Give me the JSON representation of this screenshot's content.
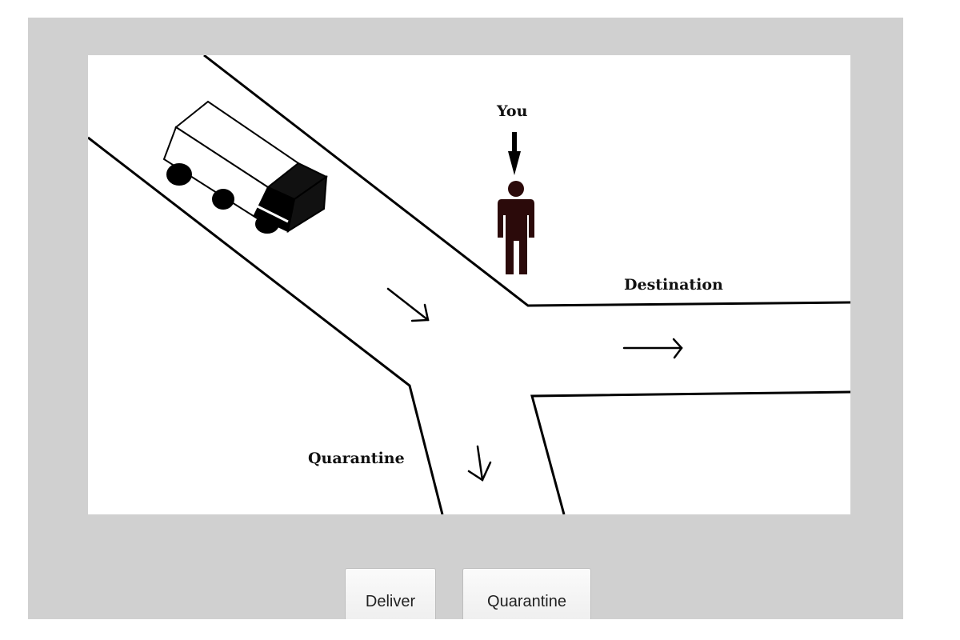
{
  "scene": {
    "labels": {
      "you": "You",
      "destination": "Destination",
      "quarantine": "Quarantine"
    },
    "icons": [
      "truck-icon",
      "person-icon",
      "down-arrow-icon",
      "direction-arrow-icon"
    ],
    "colors": {
      "panel_background": "#d0d0d0",
      "scene_background": "#ffffff",
      "line": "#000000",
      "person": "#2b0a0a"
    }
  },
  "buttons": {
    "deliver_label": "Deliver",
    "quarantine_label": "Quarantine"
  }
}
